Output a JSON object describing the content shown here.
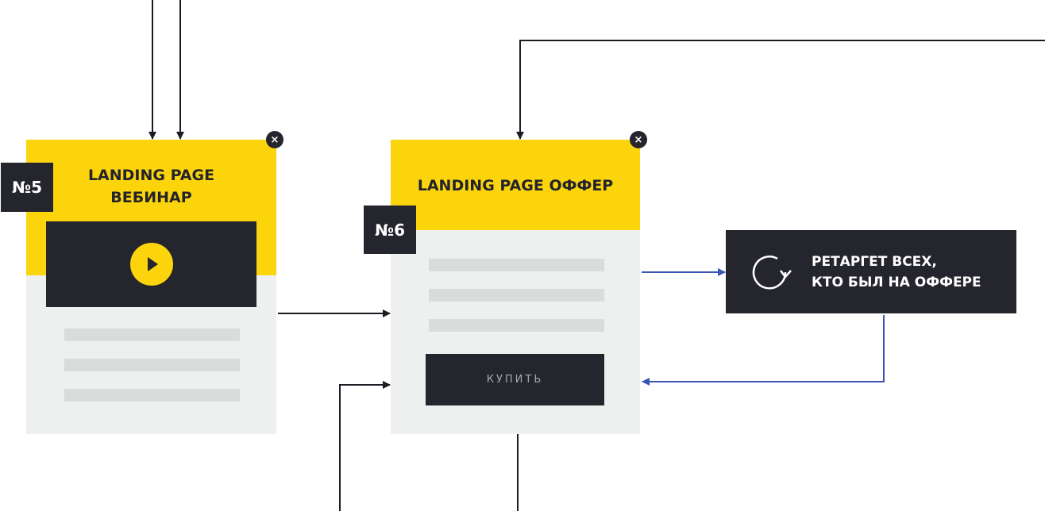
{
  "card5": {
    "badge": "№5",
    "title_line1": "LANDING PAGE",
    "title_line2": "ВЕБИНАР",
    "close": "×"
  },
  "card6": {
    "badge": "№6",
    "title": "LANDING PAGE ОФФЕР",
    "buy_button": "КУПИТЬ",
    "close": "×"
  },
  "retarget": {
    "line1": "РЕТАРГЕТ ВСЕХ,",
    "line2": "КТО БЫЛ НА ОФФЕРЕ"
  },
  "colors": {
    "yellow": "#fcd40c",
    "dark": "#24252d",
    "blue": "#3a55b4",
    "gray": "#eeefef"
  }
}
